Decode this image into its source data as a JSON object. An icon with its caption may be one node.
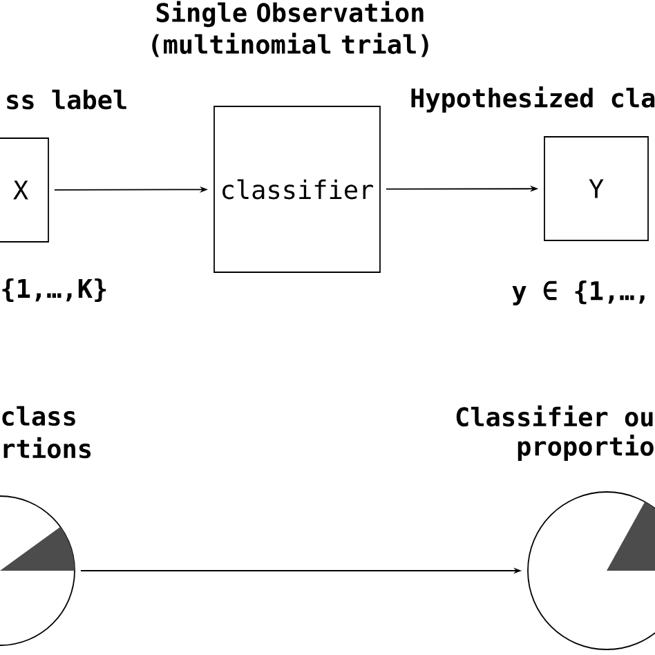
{
  "diagram": {
    "title": "Single Observation (multinomial trial)",
    "nodes": [
      {
        "text": [
          "ss label",
          "X"
        ],
        "beside": [
          "{1,…,K}"
        ]
      },
      {
        "text": [
          "classifier"
        ]
      },
      {
        "text": [
          "Hypothesized cla",
          "Y"
        ],
        "beside": [
          "y ∈ {1,…,"
        ]
      },
      {
        "text": [],
        "shape": "circle",
        "beside": [
          "class",
          "rtions"
        ]
      },
      {
        "text": [],
        "shape": "circle",
        "beside": [
          "Classifier ou",
          "proportio"
        ]
      }
    ],
    "edges": [
      {
        "from": 0,
        "to": 1,
        "arrow": "to"
      },
      {
        "from": 1,
        "to": 2,
        "arrow": "to"
      },
      {
        "from": 3,
        "to": 4,
        "arrow": "to"
      }
    ]
  }
}
